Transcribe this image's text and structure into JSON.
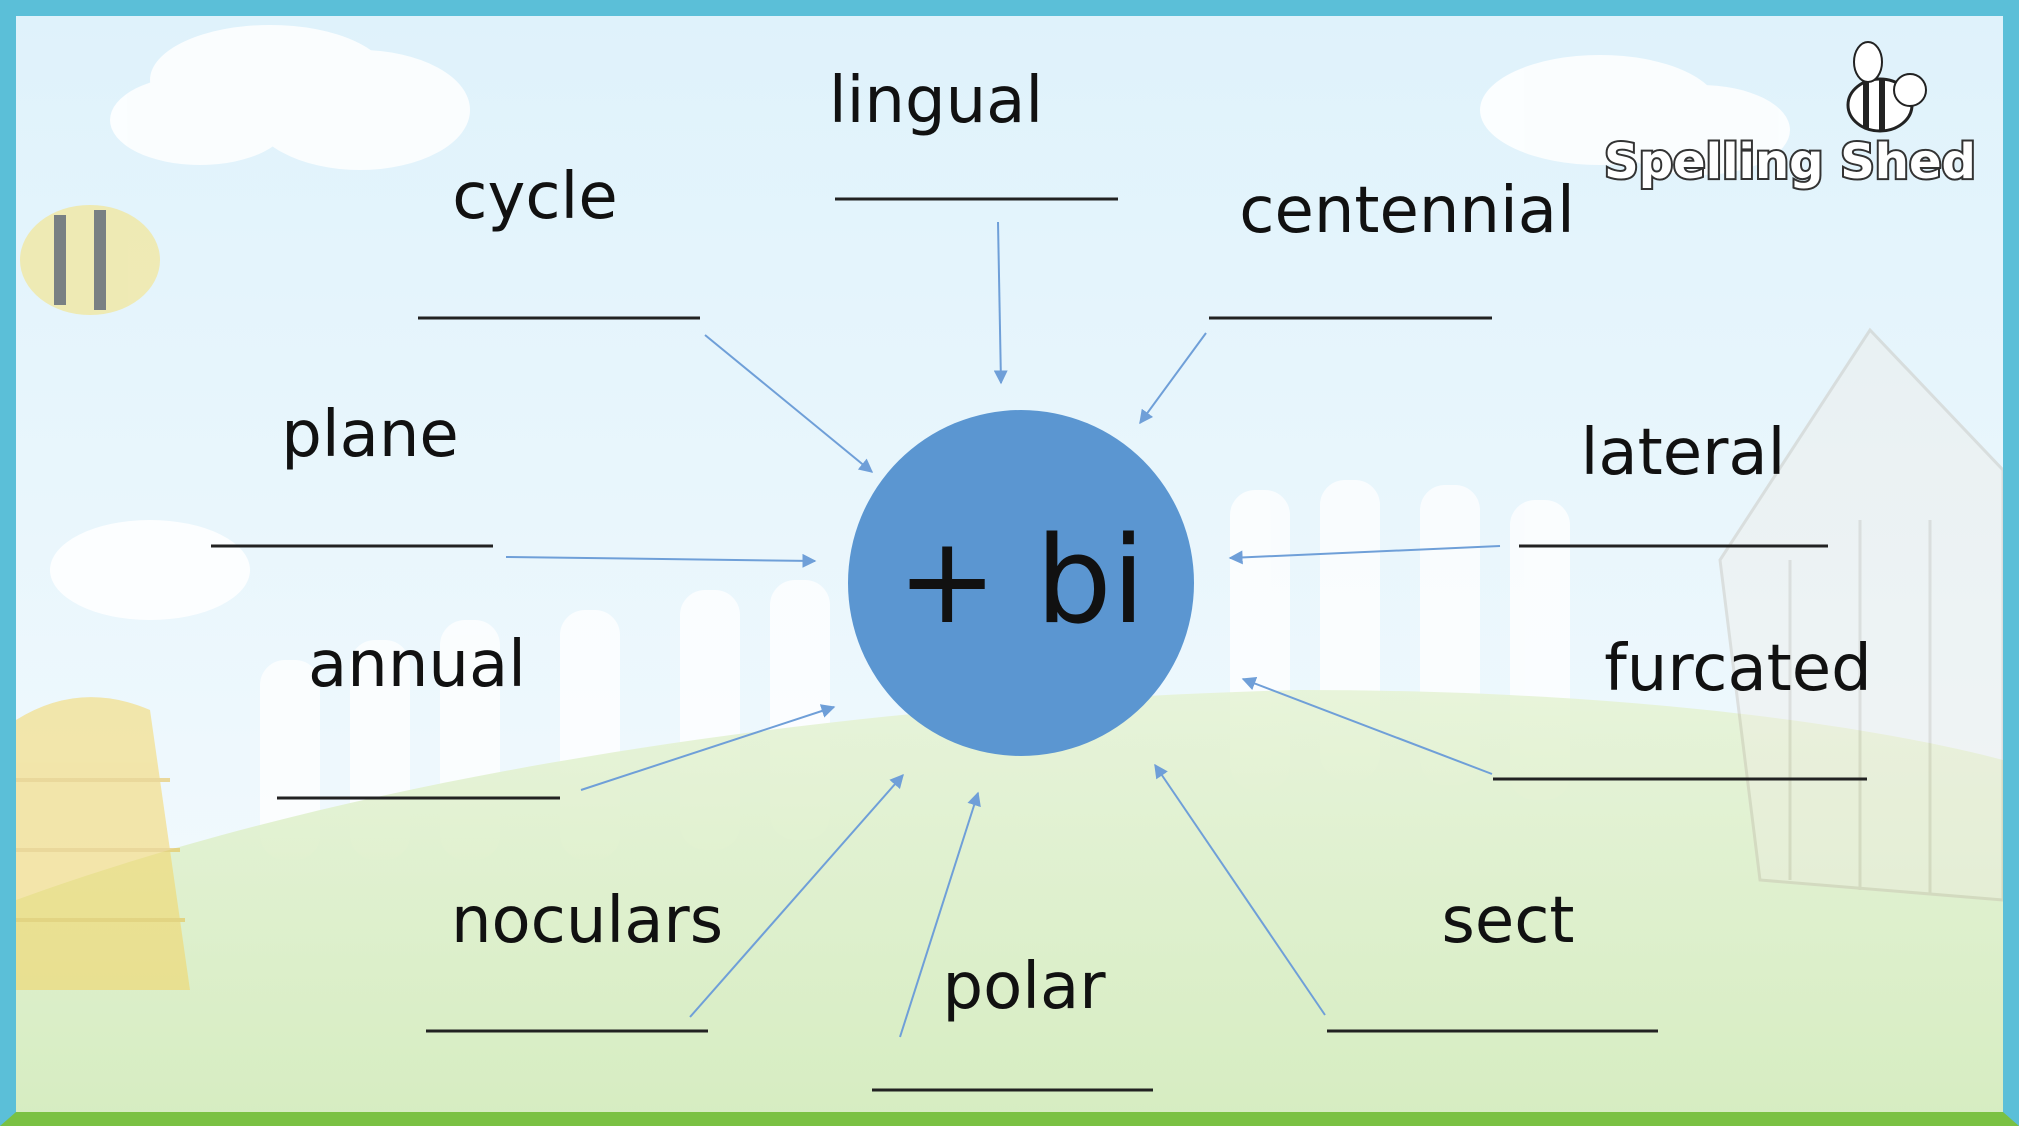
{
  "center": {
    "label": "+ bi"
  },
  "logo": {
    "text": "Spelling Shed"
  },
  "words": [
    {
      "id": "lingual",
      "label": "lingual"
    },
    {
      "id": "cycle",
      "label": "cycle"
    },
    {
      "id": "centennial",
      "label": "centennial"
    },
    {
      "id": "plane",
      "label": "plane"
    },
    {
      "id": "lateral",
      "label": "lateral"
    },
    {
      "id": "annual",
      "label": "annual"
    },
    {
      "id": "furcated",
      "label": "furcated"
    },
    {
      "id": "noculars",
      "label": "noculars"
    },
    {
      "id": "sect",
      "label": "sect"
    },
    {
      "id": "polar",
      "label": "polar"
    }
  ],
  "colors": {
    "frame": "#5bbfd8",
    "grass_border": "#7ac143",
    "circle": "#5b96d1",
    "arrow": "#6f9fd8",
    "text": "#111111"
  }
}
